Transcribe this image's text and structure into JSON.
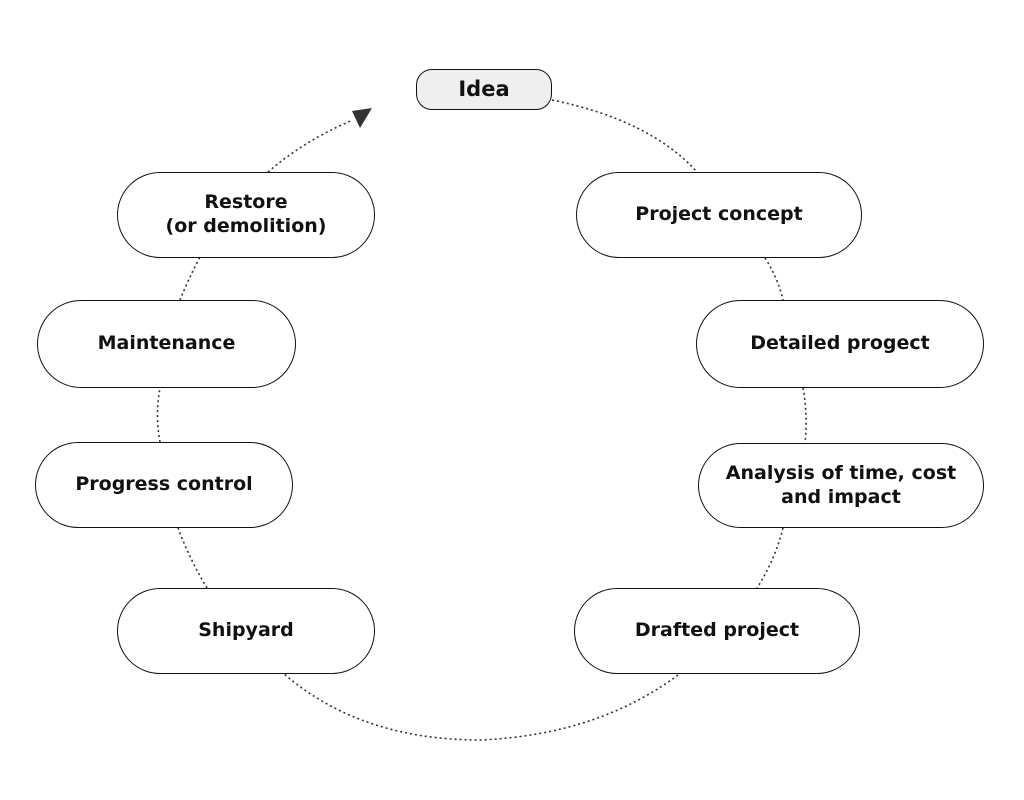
{
  "diagram": {
    "nodes": [
      {
        "id": "idea",
        "label": "Idea"
      },
      {
        "id": "project-concept",
        "label": "Project concept"
      },
      {
        "id": "detailed-project",
        "label": "Detailed progect"
      },
      {
        "id": "analysis",
        "label": "Analysis of time, cost\nand impact"
      },
      {
        "id": "drafted-project",
        "label": "Drafted project"
      },
      {
        "id": "shipyard",
        "label": "Shipyard"
      },
      {
        "id": "progress-control",
        "label": "Progress control"
      },
      {
        "id": "maintenance",
        "label": "Maintenance"
      },
      {
        "id": "restore",
        "label": "Restore\n(or demolition)"
      }
    ],
    "flow": "cycle",
    "connector_style": "dotted",
    "arrow_target": "idea",
    "colors": {
      "stroke": "#111111",
      "idea_fill": "#efefef",
      "node_fill": "#ffffff"
    }
  }
}
